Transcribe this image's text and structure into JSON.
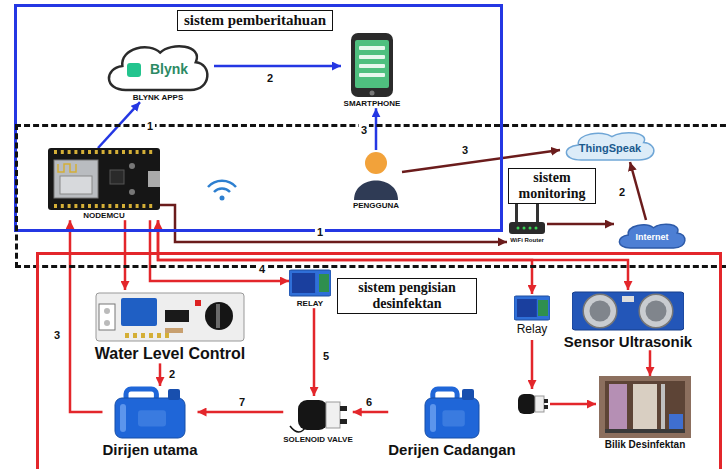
{
  "diagram": {
    "nodes": [
      {
        "text": [
          "sistem pemberitahuan"
        ]
      },
      {
        "text": [
          "Blynk",
          "BLYNK APPS"
        ],
        "in": 0
      },
      {
        "text": [
          "SMARTPHONE"
        ],
        "in": 0
      },
      {
        "text": [
          "NODEMCU"
        ],
        "in": 0
      },
      {
        "text": [
          "PENGGUNA"
        ],
        "in": 0
      },
      {
        "text": [
          "sistem monitoring"
        ]
      },
      {
        "text": [
          "ThingSpeak"
        ],
        "in": 5
      },
      {
        "text": [
          "WiFi Router"
        ],
        "in": 5
      },
      {
        "text": [
          "Internet"
        ],
        "in": 5
      },
      {
        "text": [
          "sistem pengisian desinfektan"
        ]
      },
      {
        "text": [
          "Water Level Control"
        ],
        "in": 9
      },
      {
        "text": [
          "RELAY"
        ],
        "in": 9
      },
      {
        "text": [
          "Relay"
        ],
        "in": 9
      },
      {
        "text": [
          "Sensor Ultrasonik"
        ],
        "in": 9
      },
      {
        "text": [
          "Dirijen utama"
        ],
        "in": 9
      },
      {
        "text": [
          "SOLENOID VALVE"
        ],
        "in": 9
      },
      {
        "text": [
          "Derijen Cadangan"
        ],
        "in": 9
      },
      {
        "text": [
          "Bilik Desinfektan"
        ],
        "in": 9
      }
    ],
    "edges": [
      {
        "from": 3,
        "to": 1,
        "arrow": "to",
        "label": "1"
      },
      {
        "from": 1,
        "to": 2,
        "arrow": "to",
        "label": "2"
      },
      {
        "from": 4,
        "to": 2,
        "arrow": "to",
        "label": "3"
      },
      {
        "from": 4,
        "to": 6,
        "arrow": "to",
        "label": "3"
      },
      {
        "from": 3,
        "to": 7,
        "arrow": "to",
        "label": "1"
      },
      {
        "from": 7,
        "to": 8,
        "arrow": "to"
      },
      {
        "from": 8,
        "to": 6,
        "arrow": "to",
        "label": "2"
      },
      {
        "from": 3,
        "to": 10,
        "arrow": "to"
      },
      {
        "from": 10,
        "to": 14,
        "arrow": "to",
        "label": "2"
      },
      {
        "from": 14,
        "to": 3,
        "arrow": "to",
        "label": "3"
      },
      {
        "from": 3,
        "to": 11,
        "arrow": "to",
        "label": "4"
      },
      {
        "from": 11,
        "to": 15,
        "arrow": "to",
        "label": "5"
      },
      {
        "from": 16,
        "to": 15,
        "arrow": "to",
        "label": "6"
      },
      {
        "from": 15,
        "to": 14,
        "arrow": "to",
        "label": "7"
      },
      {
        "from": 3,
        "to": 12,
        "arrow": "to"
      },
      {
        "from": 3,
        "to": 13,
        "arrow": "both"
      },
      {
        "from": 13,
        "to": 17,
        "arrow": "to"
      }
    ]
  }
}
